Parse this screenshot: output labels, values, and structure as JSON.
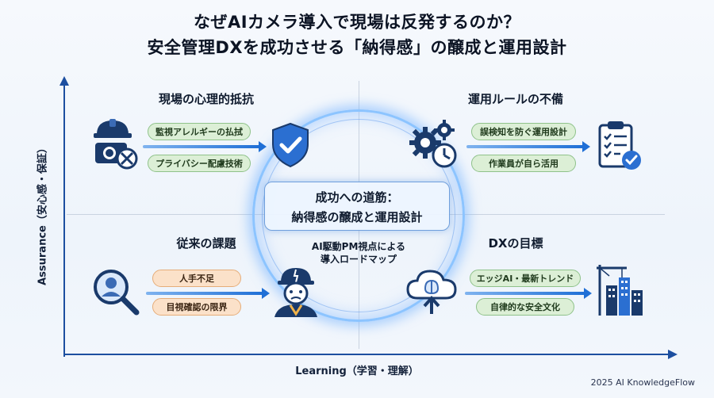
{
  "title": {
    "line1": "なぜAIカメラ導入で現場は反発するのか？",
    "line2": "安全管理DXを成功させる「納得感」の醸成と運用設計"
  },
  "axes": {
    "y_label": "Assurance（安心感・保証）",
    "x_label": "Learning（学習・理解）"
  },
  "center": {
    "line1": "成功への道筋：",
    "line2": "納得感の醸成と運用設計",
    "sub_line1": "AI駆動PM視点による",
    "sub_line2": "導入ロードマップ"
  },
  "quadrants": {
    "top_left": {
      "title": "現場の心理的抵抗",
      "items": [
        "監視アレルギーの払拭",
        "プライバシー配慮技術"
      ]
    },
    "top_right": {
      "title": "運用ルールの不備",
      "items": [
        "誤検知を防ぐ運用設計",
        "作業員が自ら活用"
      ]
    },
    "bottom_left": {
      "title": "従来の課題",
      "items": [
        "人手不足",
        "目視確認の限界"
      ]
    },
    "bottom_right": {
      "title": "DXの目標",
      "items": [
        "エッジAI・最新トレンド",
        "自律的な安全文化"
      ]
    }
  },
  "icons": {
    "top_left_left": "helmet-camera-cancel-icon",
    "top_left_right": "shield-check-icon",
    "top_right_left": "gears-clock-icon",
    "top_right_right": "clipboard-check-icon",
    "bottom_left_left": "magnifier-person-icon",
    "bottom_left_right": "worried-worker-icon",
    "bottom_right_left": "cloud-brain-icon",
    "bottom_right_right": "city-crane-icon"
  },
  "colors": {
    "accent": "#1d4fa0",
    "pill_green": "#dcefd6",
    "pill_orange": "#fbe1c9",
    "glow": "#8cc4ff"
  },
  "footer": "2025 AI KnowledgeFlow"
}
